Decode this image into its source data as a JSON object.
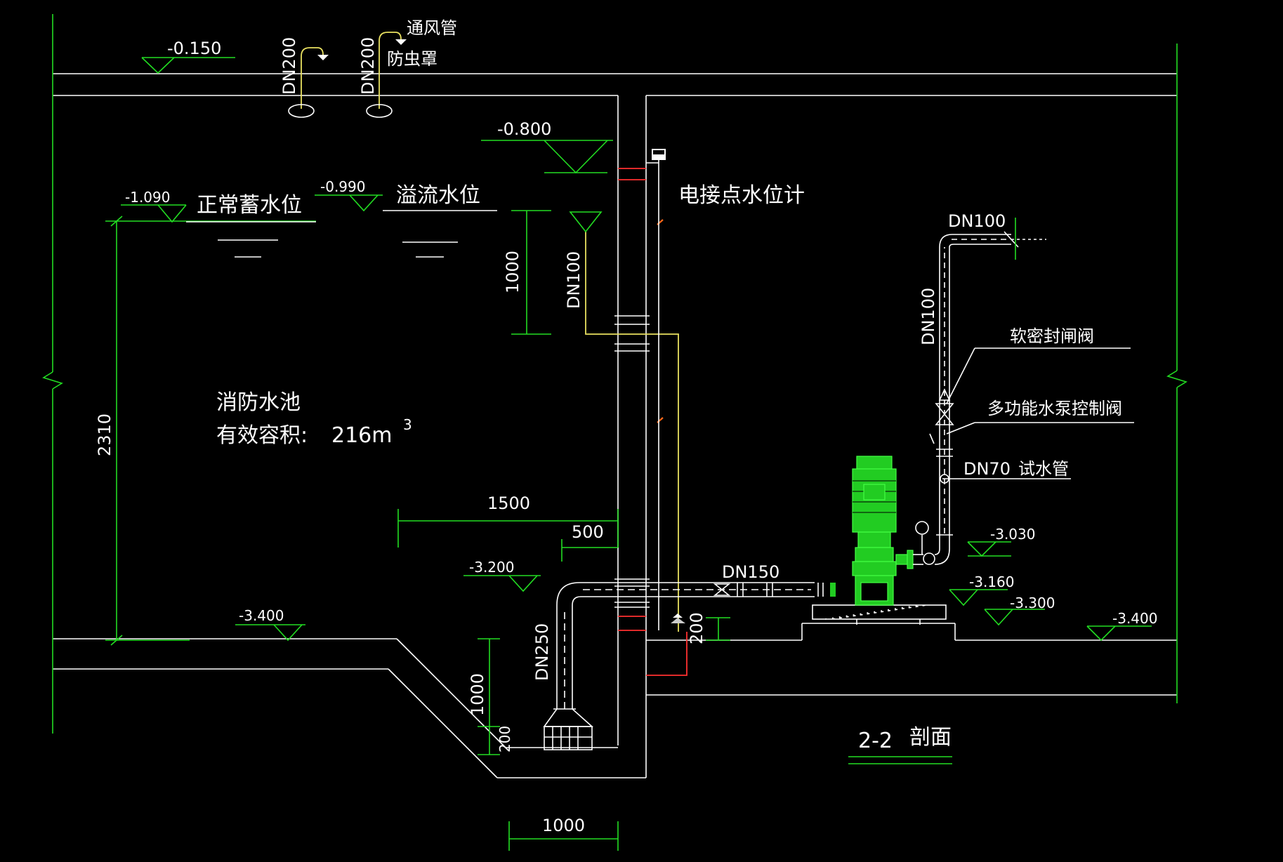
{
  "labels": {
    "vent_pipe": "通风管",
    "insect_hood": "防虫罩",
    "dn200_a": "DN200",
    "dn200_b": "DN200",
    "normal_level": "正常蓄水位",
    "overflow_level": "溢流水位",
    "level_gauge": "电接点水位计",
    "pool_name": "消防水池",
    "pool_volume_label": "有效容积:",
    "pool_volume_value": "216m",
    "pool_volume_sup": "3",
    "dn100_overflow": "DN100",
    "dn100_top": "DN100",
    "dn100_riser": "DN100",
    "soft_seal_valve": "软密封闸阀",
    "multi_valve": "多功能水泵控制阀",
    "dn70": "DN70",
    "test_pipe": "试水管",
    "dn150": "DN150",
    "dn250": "DN250",
    "section": "2-2",
    "section_name": "剖面"
  },
  "elevations": {
    "e1": "-0.150",
    "e2": "-0.800",
    "e3": "-1.090",
    "e4": "-0.990",
    "e5": "-3.200",
    "e6": "-3.400",
    "e7": "-3.030",
    "e8": "-3.160",
    "e9": "-3.300",
    "e10": "-3.400"
  },
  "dims": {
    "d2310": "2310",
    "d1000_a": "1000",
    "d1500": "1500",
    "d500": "500",
    "d200_a": "200",
    "d1000_b": "1000",
    "d200_b": "200",
    "d1000_c": "1000"
  },
  "colors": {
    "background": "#000000",
    "structure": "#ffffff",
    "dimension": "#22dd22",
    "vent": "#e8e060",
    "sleeve": "#ff3030",
    "pump": "#22cc22"
  }
}
